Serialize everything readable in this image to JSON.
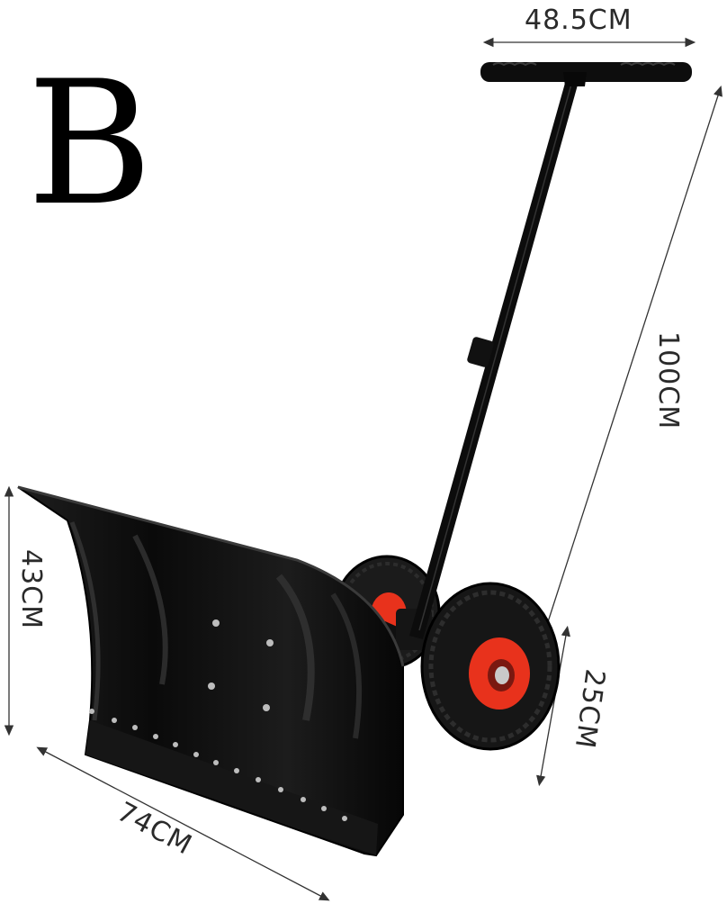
{
  "variant_label": "B",
  "dimensions": {
    "handle_width": "48.5CM",
    "total_height": "100CM",
    "blade_height": "43CM",
    "blade_width": "74CM",
    "wheel_diameter": "25CM"
  },
  "colors": {
    "body": "#0b0b0b",
    "blade_highlight": "#2e2e2e",
    "tire": "#1a1a1a",
    "rim": "#e8321c",
    "hub": "#c9c9c9",
    "dimension_line": "#333333"
  }
}
